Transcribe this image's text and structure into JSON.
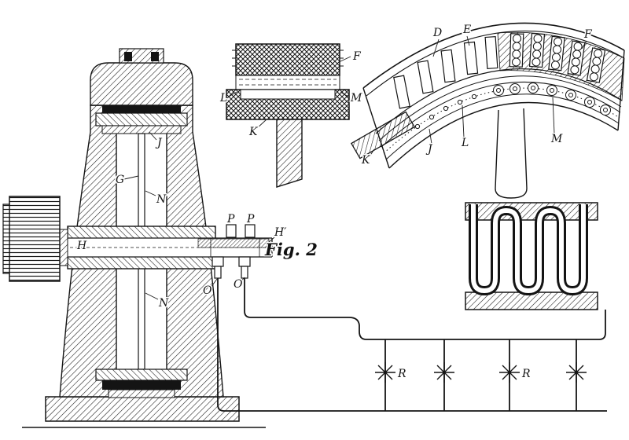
{
  "figure": {
    "caption": "Fig. 2"
  },
  "labels": {
    "machine": {
      "H": "H",
      "G": "G",
      "J": "J",
      "N_upper": "N",
      "N_lower": "N",
      "P_left": "P",
      "P_right": "P",
      "H_prime": "H′",
      "O_left": "O",
      "O_right": "O"
    },
    "detail": {
      "F": "F",
      "L": "L",
      "M": "M",
      "K": "K"
    },
    "arc": {
      "D": "D",
      "E": "E",
      "F": "F",
      "K": "K",
      "J": "J",
      "L": "L",
      "M": "M"
    },
    "circuit": {
      "R_left": "R",
      "R_right": "R"
    }
  },
  "colors": {
    "ink": "#141414",
    "paper": "#ffffff"
  }
}
